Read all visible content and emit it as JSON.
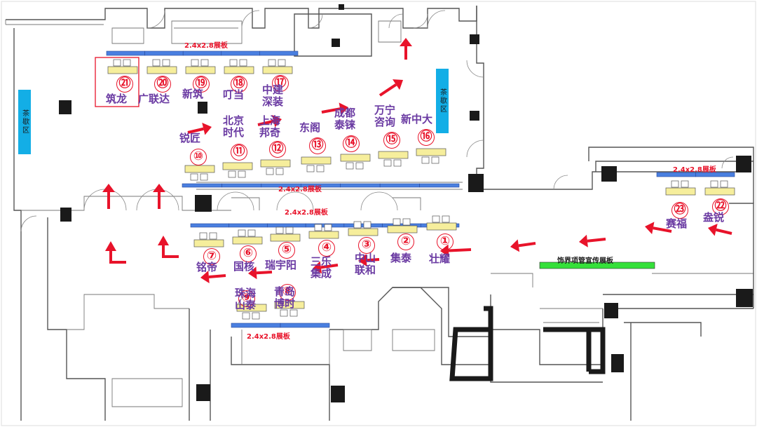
{
  "board_label": "2.4x2.8展板",
  "tea_label": "茶歇区",
  "promo_board_label": "饰界项管宣传展板",
  "colors": {
    "board": "#4a7fe0",
    "desk": "#f6ee9c",
    "arrow": "#e8132a",
    "label": "#6a3aa2",
    "tea": "#13aee6",
    "promo": "#35e03a"
  },
  "booths": [
    {
      "no": "①",
      "name": "壮耀"
    },
    {
      "no": "②",
      "name": "集泰"
    },
    {
      "no": "③",
      "name": "中山联和"
    },
    {
      "no": "④",
      "name": "三乐集成"
    },
    {
      "no": "⑤",
      "name": "瑞宇阳"
    },
    {
      "no": "⑥",
      "name": "国核"
    },
    {
      "no": "⑦",
      "name": "铭帝"
    },
    {
      "no": "⑧",
      "name": "青岛博时"
    },
    {
      "no": "⑨",
      "name": "珠海山泰"
    },
    {
      "no": "⑩",
      "name": "锐匠"
    },
    {
      "no": "⑪",
      "name": "北京时代"
    },
    {
      "no": "⑫",
      "name": "上海邦奇"
    },
    {
      "no": "⑬",
      "name": "东阁"
    },
    {
      "no": "⑭",
      "name": "成都泰铼"
    },
    {
      "no": "⑮",
      "name": "万宁咨询"
    },
    {
      "no": "⑯",
      "name": "新中大"
    },
    {
      "no": "⑰",
      "name": "中建深装"
    },
    {
      "no": "⑱",
      "name": "叮当"
    },
    {
      "no": "⑲",
      "name": "新筑"
    },
    {
      "no": "⑳",
      "name": "广联达"
    },
    {
      "no": "㉑",
      "name": "筑龙"
    },
    {
      "no": "㉒",
      "name": "盎锐"
    },
    {
      "no": "㉓",
      "name": "赛福"
    }
  ]
}
